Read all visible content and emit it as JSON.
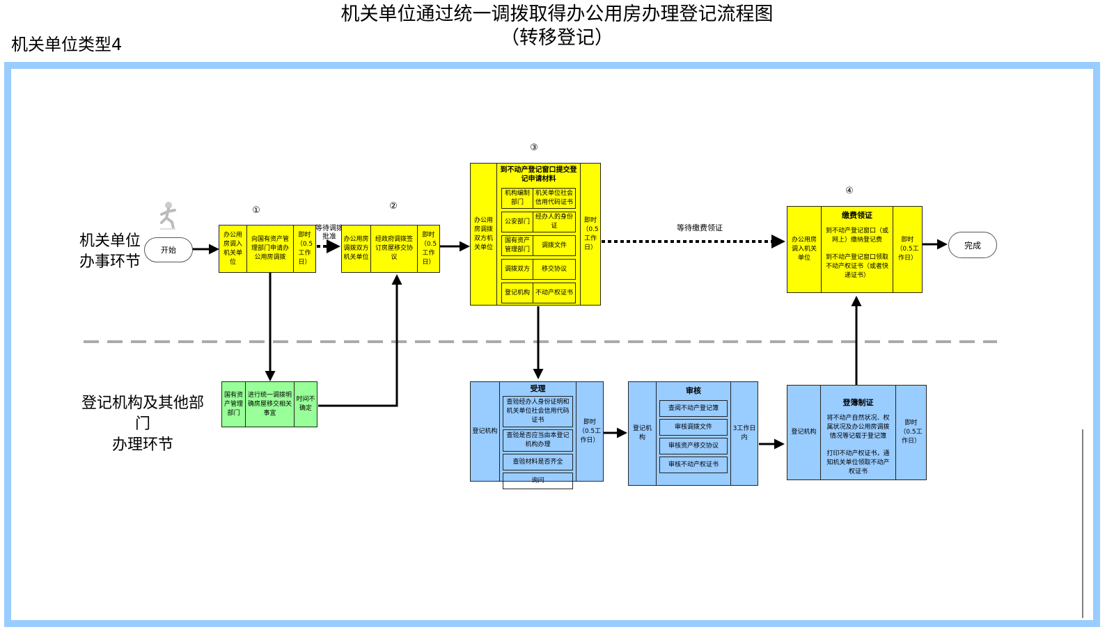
{
  "header": {
    "doc_type": "机关单位类型4",
    "title_line1": "机关单位通过统一调拨取得办公用房办理登记流程图",
    "title_line2": "（转移登记）"
  },
  "lanes": {
    "top": {
      "line1": "机关单位",
      "line2": "办事环节"
    },
    "bottom": {
      "line1": "登记机构及其他部门",
      "line2": "办理环节"
    }
  },
  "terminals": {
    "start": "开始",
    "end": "完成"
  },
  "step_numbers": [
    "①",
    "②",
    "③",
    "④"
  ],
  "connectors": {
    "wait_approval": {
      "line1": "等待调拨",
      "line2": "批准"
    },
    "wait_fee": "等待缴费领证"
  },
  "step1": {
    "actor": "办公用房调入机关单位",
    "action": "向国有资产管理部门申请办公用房调拨",
    "time": "即时（0.5工作日）"
  },
  "step2": {
    "actor": "办公用房调拨双方机关单位",
    "action": "经政府调拨签订房屋移交协议",
    "time": "即时（0.5工作日）"
  },
  "step3": {
    "actor": "办公用房调拨双方机关单位",
    "title": "到不动产登记窗口提交登记申请材料",
    "materials": [
      {
        "source": "机构编制部门",
        "item": "机关单位社会信用代码证书"
      },
      {
        "source": "公安部门",
        "item": "经办人的身份证"
      },
      {
        "source": "国有资产管理部门",
        "item": "调拨文件"
      },
      {
        "source": "调拨双方",
        "item": "移交协议"
      },
      {
        "source": "登记机构",
        "item": "不动产权证书"
      }
    ],
    "time": "即时（0.5工作日）"
  },
  "step4": {
    "actor": "办公用房调入机关单位",
    "title": "缴费领证",
    "para1": "到不动产登记窗口（或网上）缴纳登记费",
    "para2": "到不动产登记窗口领取不动产权证书（或者快递证书）",
    "time": "即时（0.5工作日）"
  },
  "green_box": {
    "actor": "国有资产管理部门",
    "action": "进行统一调拨明确房屋移交相关事宜",
    "time": "时间不确定"
  },
  "accept": {
    "actor": "登记机构",
    "title": "受理",
    "items": [
      "查验经办人身份证明和机关单位社会信用代码证书",
      "查验是否应当由本登记机构办理",
      "查验材料是否齐全",
      "询问"
    ],
    "time": "即时（0.5工作日）"
  },
  "review": {
    "actor": "登记机构",
    "title": "审核",
    "items": [
      "查阅不动产登记簿",
      "审核调拨文件",
      "审核资产移交协议",
      "审核不动产权证书"
    ],
    "time": "3工作日内"
  },
  "register": {
    "actor": "登记机构",
    "title": "登簿制证",
    "para1": "将不动产自然状况、权属状况及办公用房调拨情况等记载于登记簿",
    "para2": "打印不动产权证书，通知机关单位领取不动产权证书",
    "time": "即时（0.5工作日）"
  },
  "colors": {
    "frame": "#99ccff",
    "yellow": "#ffff00",
    "green": "#99ff99",
    "blue": "#99ccff",
    "divider": "#aaaaaa"
  }
}
